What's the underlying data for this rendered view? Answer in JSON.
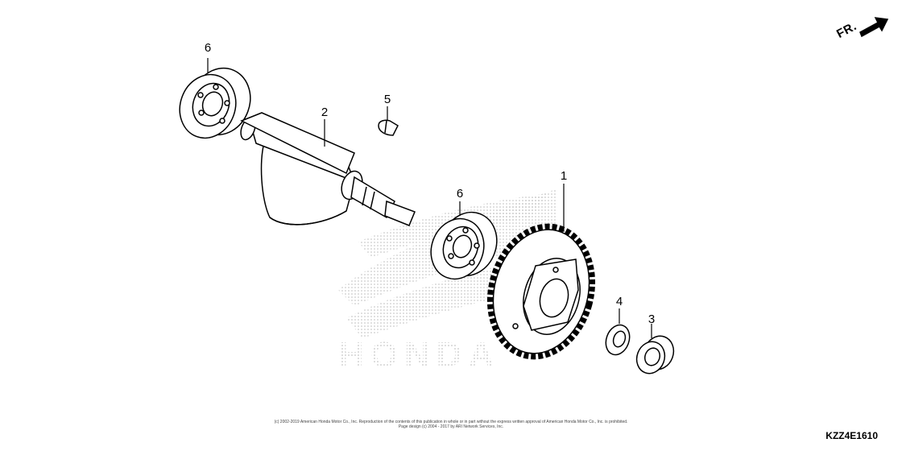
{
  "callouts": {
    "p6_left": "6",
    "p2": "2",
    "p5": "5",
    "p1": "1",
    "p6_right": "6",
    "p4": "4",
    "p3": "3"
  },
  "direction_label": "FR.",
  "watermark_text": "HONDA",
  "copyright_line1": "(c) 2002-2019 American Honda Motor Co., Inc. Reproduction of the contents of this publication in whole or in part without the express written approval of American Honda Motor Co., Inc. is prohibited.",
  "copyright_line2": "Page design (c) 2004 - 2017 by ARI Network Services, Inc.",
  "diagram_code": "KZZ4E1610",
  "colors": {
    "line": "#000000",
    "watermark": "#b5b5b5"
  }
}
